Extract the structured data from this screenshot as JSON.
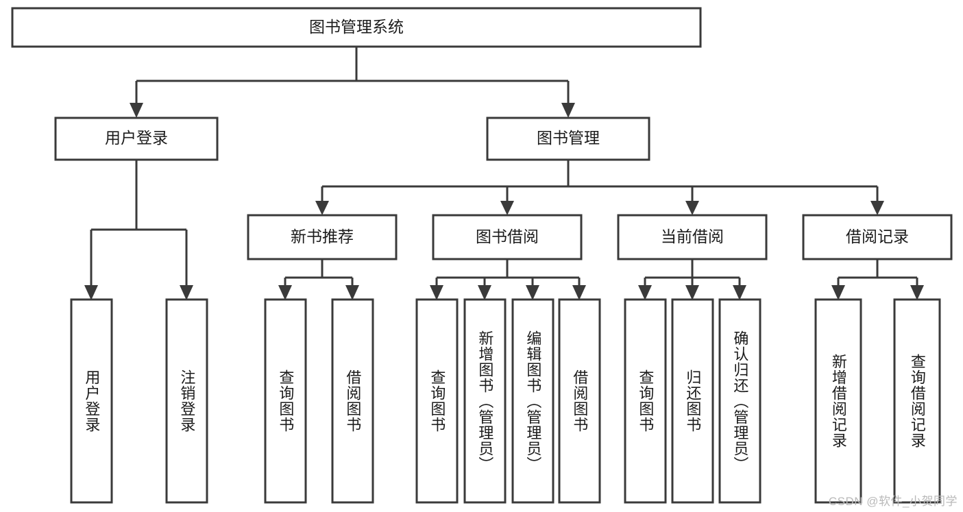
{
  "diagram": {
    "title": "图书管理系统",
    "type": "hierarchy-tree",
    "watermark": "CSDN @软件_小贺同学",
    "colors": {
      "box_stroke": "#3a3a3a",
      "box_fill": "#ffffff",
      "connector": "#3a3a3a",
      "text": "#1b1b1b",
      "background": "#ffffff",
      "watermark": "#b9b9b9"
    },
    "levels": {
      "root": {
        "label": "图书管理系统"
      },
      "level2": [
        {
          "label": "用户登录"
        },
        {
          "label": "图书管理"
        }
      ],
      "level3": [
        {
          "label": "新书推荐"
        },
        {
          "label": "图书借阅"
        },
        {
          "label": "当前借阅"
        },
        {
          "label": "借阅记录"
        }
      ],
      "leaves": {
        "user_login": [
          {
            "label": "用户登录"
          },
          {
            "label": "注销登录"
          }
        ],
        "new_book_recommend": [
          {
            "label": "查询图书"
          },
          {
            "label": "借阅图书"
          }
        ],
        "book_borrow": [
          {
            "label": "查询图书"
          },
          {
            "label": "新增图书（管理员）"
          },
          {
            "label": "编辑图书（管理员）"
          },
          {
            "label": "借阅图书"
          }
        ],
        "current_borrow": [
          {
            "label": "查询图书"
          },
          {
            "label": "归还图书"
          },
          {
            "label": "确认归还（管理员）"
          }
        ],
        "borrow_record": [
          {
            "label": "新增借阅记录"
          },
          {
            "label": "查询借阅记录"
          }
        ]
      }
    }
  }
}
